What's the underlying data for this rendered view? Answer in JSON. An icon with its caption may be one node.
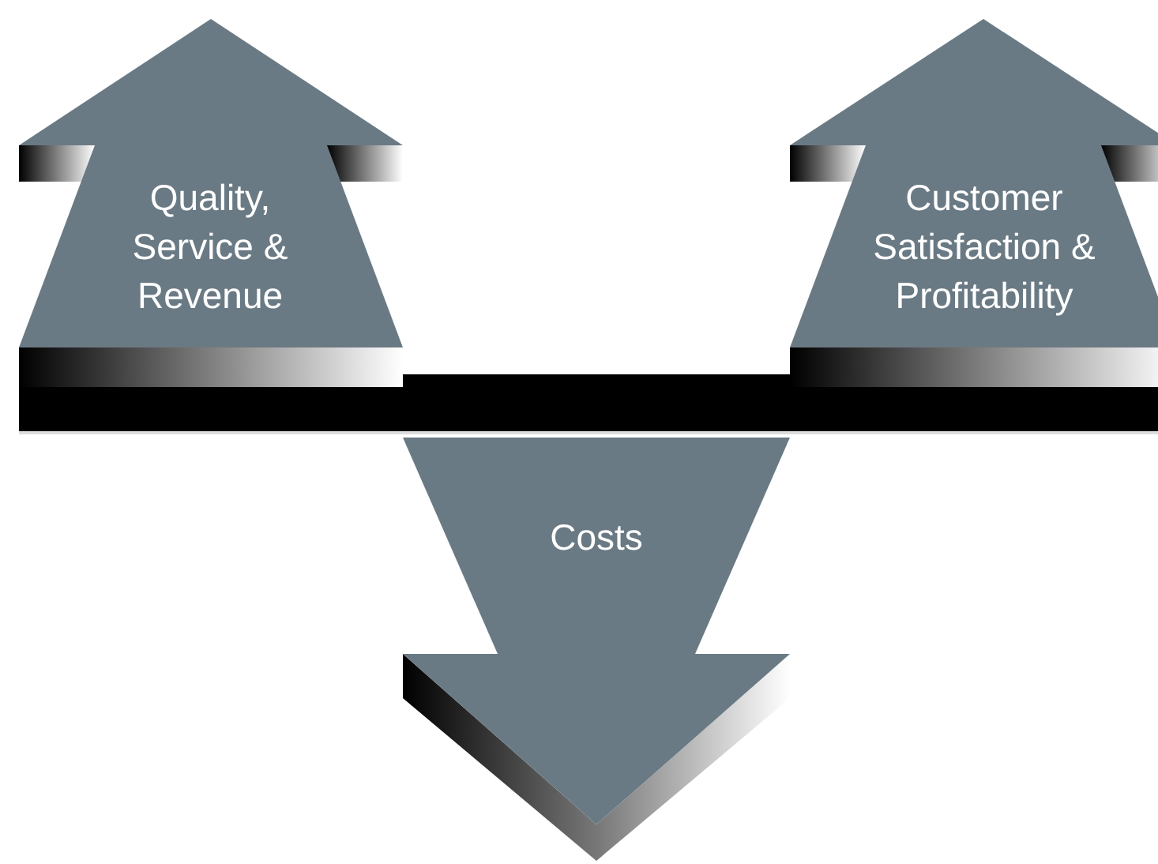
{
  "diagram": {
    "nodes": [
      {
        "text": [
          "Quality, Service & Revenue"
        ]
      },
      {
        "text": [
          "Customer Satisfaction & Profitability"
        ]
      },
      {
        "text": [
          "Costs"
        ]
      }
    ]
  }
}
